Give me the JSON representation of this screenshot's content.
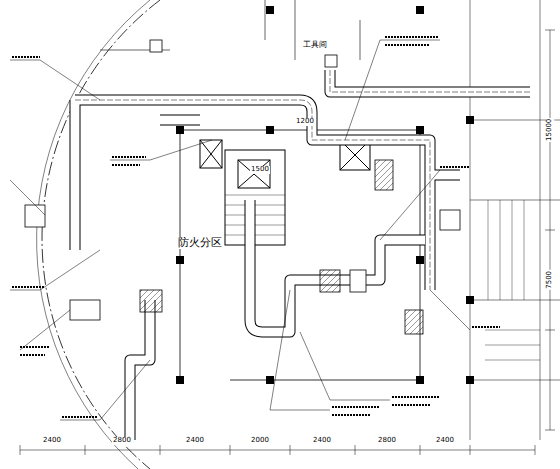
{
  "diagram": {
    "labels": [
      "工具间",
      "防火分区",
      "2400",
      "2800",
      "2400",
      "2000",
      "2400",
      "2800",
      "2400",
      "15000",
      "7500",
      "1200",
      "1500"
    ]
  }
}
